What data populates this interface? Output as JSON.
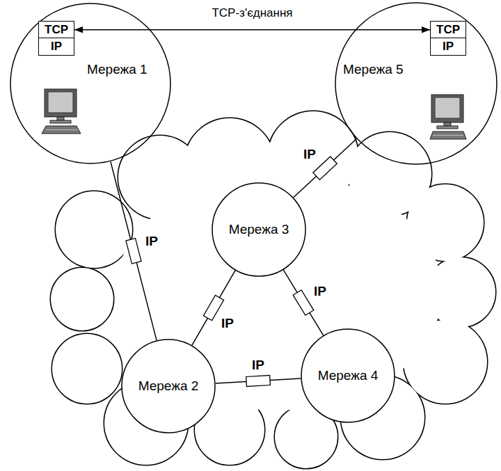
{
  "diagram": {
    "nodes": [
      {
        "text": [
          "Мережа 1"
        ]
      },
      {
        "text": [
          "TCP"
        ],
        "in": 0
      },
      {
        "text": [
          "IP"
        ],
        "in": 0
      },
      {
        "text": [
          "Мережа 5"
        ]
      },
      {
        "text": [
          "TCP"
        ],
        "in": 3
      },
      {
        "text": [
          "IP"
        ],
        "in": 3
      },
      {
        "text": [
          "Мережа 3"
        ]
      },
      {
        "text": [
          "Мережа 2"
        ]
      },
      {
        "text": [
          "Мережа 4"
        ]
      }
    ],
    "edges": [
      {
        "from": 1,
        "to": 4,
        "arrow": "both",
        "label": "TCP-з'єднання"
      },
      {
        "from": 0,
        "to": 7,
        "arrow": "none",
        "label": "IP"
      },
      {
        "from": 3,
        "to": 6,
        "arrow": "none",
        "label": "IP"
      },
      {
        "from": 7,
        "to": 6,
        "arrow": "none",
        "label": "IP"
      },
      {
        "from": 6,
        "to": 8,
        "arrow": "none",
        "label": "IP"
      },
      {
        "from": 7,
        "to": 8,
        "arrow": "none",
        "label": "IP"
      }
    ]
  }
}
